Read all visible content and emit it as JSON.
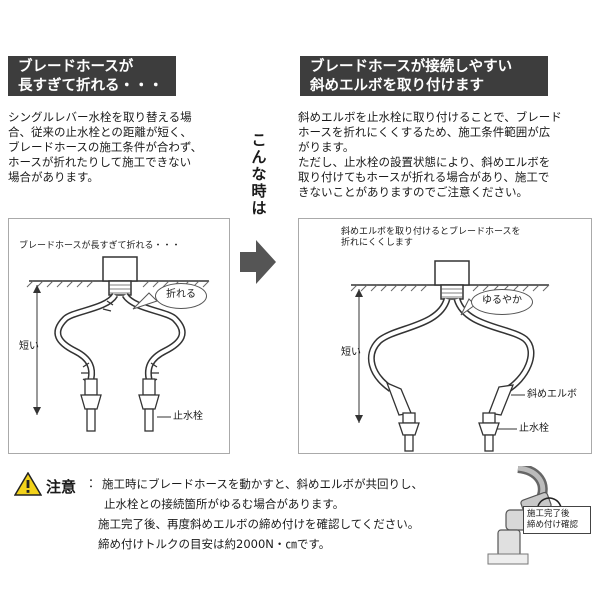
{
  "left": {
    "heading": [
      "ブレードホースが",
      "長すぎて折れる・・・"
    ],
    "paragraph": [
      "シングルレバー水栓を取り替える場",
      "合、従来の止水栓との距離が短く、",
      "ブレードホースの施工条件が合わず、",
      "ホースが折れたりして施工できない",
      "場合があります。"
    ],
    "diagram": {
      "caption": "ブレードホースが長すぎて折れる・・・",
      "bubble": "折れる",
      "short_label": "短い",
      "valve_label": "止水栓"
    }
  },
  "middle": {
    "vertical_text": [
      "こ",
      "ん",
      "な",
      "時",
      "は"
    ]
  },
  "right": {
    "heading": [
      "ブレードホースが接続しやすい",
      "斜めエルボを取り付けます"
    ],
    "paragraph": [
      "斜めエルボを止水栓に取り付けることで、ブレード",
      "ホースを折れにくくするため、施工条件範囲が広",
      "がります。",
      "ただし、止水栓の設置状態により、斜めエルボを",
      "取り付けてもホースが折れる場合があり、施工で",
      "きないことがありますのでご注意ください。"
    ],
    "diagram": {
      "caption": [
        "斜めエルボを取り付けるとブレードホースを",
        "折れにくくします"
      ],
      "bubble": "ゆるやか",
      "short_label": "短い",
      "elbow_label": "斜めエルボ",
      "valve_label": "止水栓"
    }
  },
  "caution": {
    "title": "注意",
    "colon": "：",
    "lines": [
      "施工時にブレードホースを動かすと、斜めエルボが共回りし、",
      "止水栓との接続箇所がゆるむ場合があります。",
      "施工完了後、再度斜めエルボの締め付けを確認してください。",
      "締め付けトルクの目安は約2000N・㎝です。"
    ],
    "inset_label": [
      "施工完了後",
      "締め付け確認"
    ]
  },
  "colors": {
    "header_bg": "#3d3d3d",
    "arrow": "#555555",
    "warning": "#f2d21b"
  }
}
